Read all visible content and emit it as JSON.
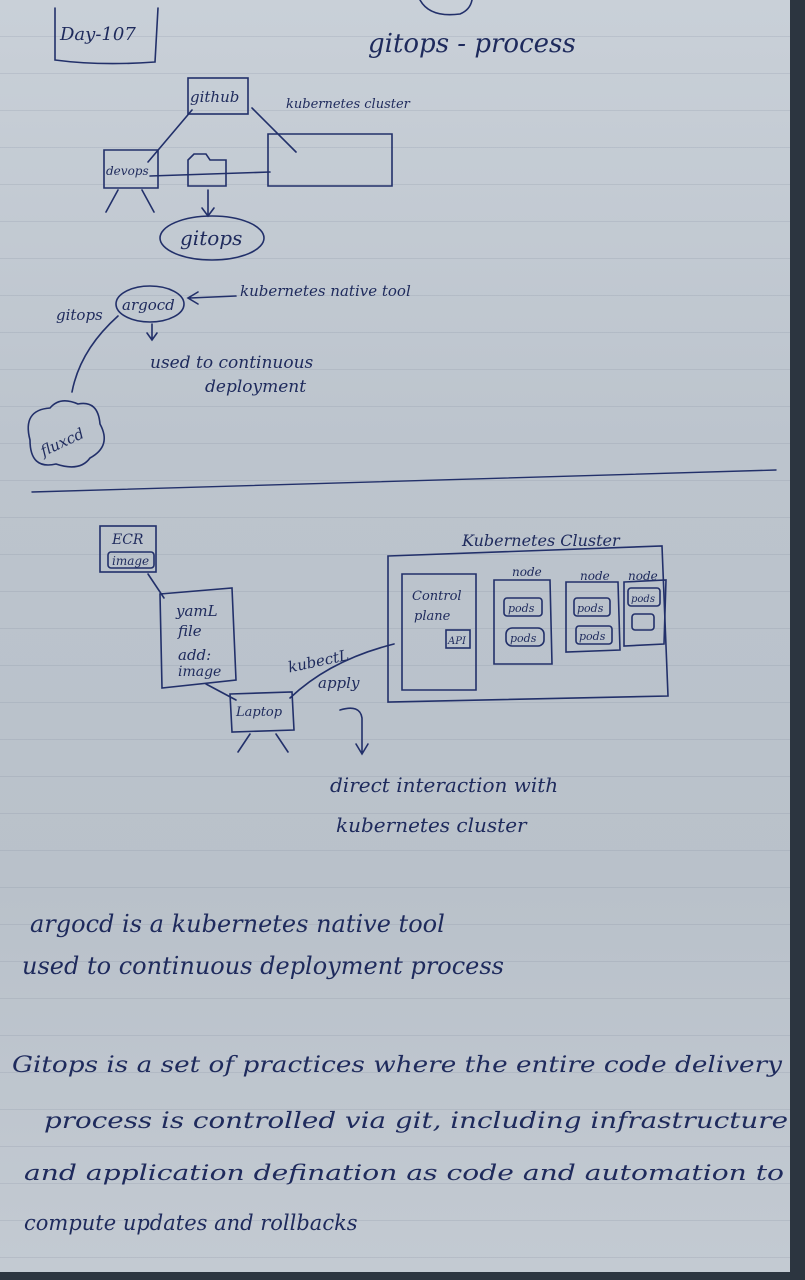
{
  "header": {
    "day": "Day-107",
    "title": "gitops - process"
  },
  "top_diagram": {
    "github": "github",
    "kubernetes_cluster": "kubernetes cluster",
    "devops": "devops",
    "gitops_bubble": "gitops",
    "gitops_left": "gitops",
    "argocd": "argocd",
    "kubernetes_native_tool": "kubernetes native tool",
    "used_to_continuous": "used to continuous",
    "deployment": "deployment",
    "fluxcd": "fluxcd"
  },
  "bottom_diagram": {
    "ecr": "ECR",
    "image": "image",
    "yaml_line1": "yamL",
    "yaml_line2": "file",
    "yaml_line3": "add:",
    "yaml_line4": "image",
    "laptop": "Laptop",
    "kubectl": "kubectL",
    "apply": "apply",
    "cluster_label": "Kubernetes Cluster",
    "control": "Control",
    "plane": "plane",
    "api": "API",
    "node": "node",
    "pods": "pods",
    "direct_line1": "direct interaction with",
    "direct_line2": "kubernetes cluster"
  },
  "notes": {
    "argocd_line1": "argocd is a kubernetes native tool",
    "argocd_line2": "used to continuous deployment process",
    "gitops_line1": "Gitops is a set of practices where the entire code delivery",
    "gitops_line2": "process is controlled via git, including infrastructure",
    "gitops_line3": "and application defination as code and automation to",
    "gitops_line4": "compute updates and rollbacks"
  }
}
